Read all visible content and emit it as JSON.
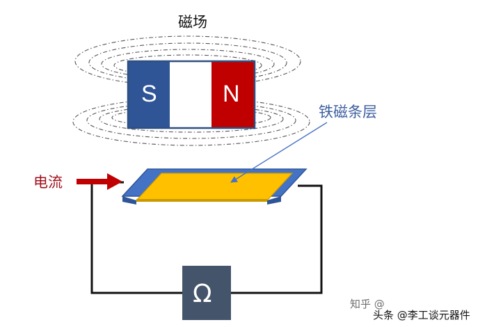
{
  "labels": {
    "magnetic_field": "磁场",
    "ferromagnetic_layer": "铁磁条层",
    "current": "电流",
    "south_pole": "S",
    "north_pole": "N",
    "ohm_symbol": "Ω"
  },
  "watermark": {
    "line1": "知乎 @",
    "line2": "头条 @李工谈元器件"
  },
  "colors": {
    "magnet_south": "#2f5597",
    "magnet_north": "#c00000",
    "strip_fill": "#ffc000",
    "strip_edge": "#4472c4",
    "arrow": "#c00000",
    "meter": "#44546a"
  }
}
